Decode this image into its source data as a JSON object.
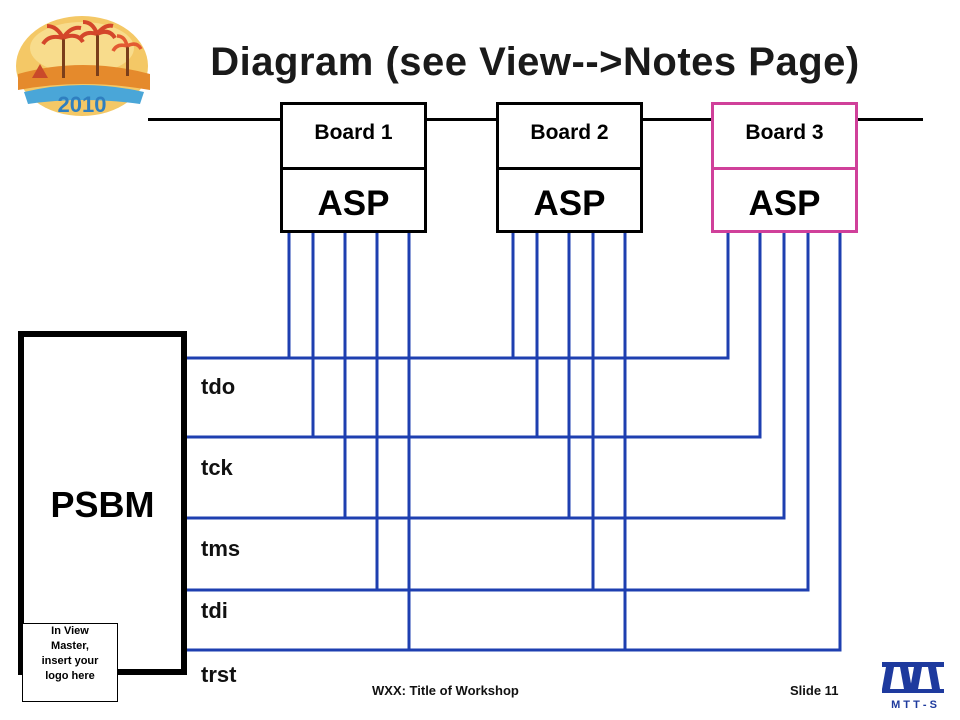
{
  "title": "Diagram (see View-->Notes Page)",
  "boards": [
    {
      "name": "Board 1",
      "chip": "ASP"
    },
    {
      "name": "Board 2",
      "chip": "ASP"
    },
    {
      "name": "Board 3",
      "chip": "ASP"
    }
  ],
  "psbm_label": "PSBM",
  "signals": [
    "tdo",
    "tck",
    "tms",
    "tdi",
    "trst"
  ],
  "logo_placeholder": [
    "In View",
    "Master,",
    "insert your",
    "logo here"
  ],
  "footer": {
    "workshop": "WXX: Title of Workshop",
    "slide": "Slide 11"
  },
  "conference_logo_year": "2010",
  "mtts_logo_text": "M T T - S",
  "colors": {
    "wire": "#1e3fb0",
    "board3_border": "#d0409a"
  },
  "icons": [
    "conference-logo-icon",
    "mtt-s-logo-icon"
  ]
}
